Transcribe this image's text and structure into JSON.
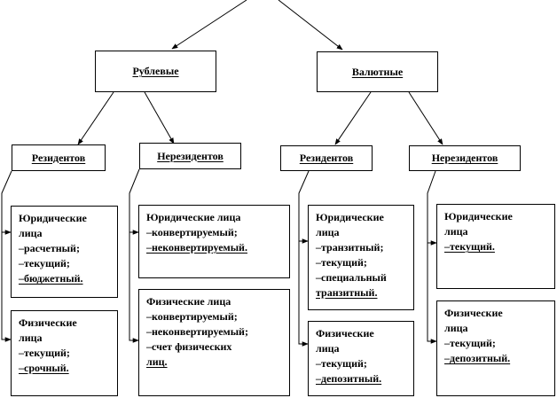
{
  "level1": [
    {
      "title": "Рублевые"
    },
    {
      "title": "Валютные"
    }
  ],
  "level2": [
    {
      "title": "Резидентов"
    },
    {
      "title": "Нерезидентов"
    },
    {
      "title": "Резидентов"
    },
    {
      "title": "Нерезидентов"
    }
  ],
  "leaves": [
    {
      "lines": [
        "Юридические",
        "лица",
        "–расчетный;",
        "–текущий;",
        "–бюджетный."
      ]
    },
    {
      "lines": [
        "Физические",
        "лица",
        "–текущий;",
        "–срочный."
      ]
    },
    {
      "lines": [
        "Юридические лица",
        "–конвертируемый;",
        "–неконвертируемый."
      ]
    },
    {
      "lines": [
        "Физические лица",
        "–конвертируемый;",
        "–неконвертируемый;",
        "–счет физических",
        "лиц."
      ]
    },
    {
      "lines": [
        "Юридические",
        "лица",
        "–транзитный;",
        "–текущий;",
        "–специальный",
        "транзитный."
      ]
    },
    {
      "lines": [
        "Физические",
        "лица",
        "–текущий;",
        "–депозитный."
      ]
    },
    {
      "lines": [
        "Юридические",
        "лица",
        "–текущий."
      ]
    },
    {
      "lines": [
        "Физические",
        "лица",
        "–текущий;",
        "–депозитный."
      ]
    }
  ]
}
